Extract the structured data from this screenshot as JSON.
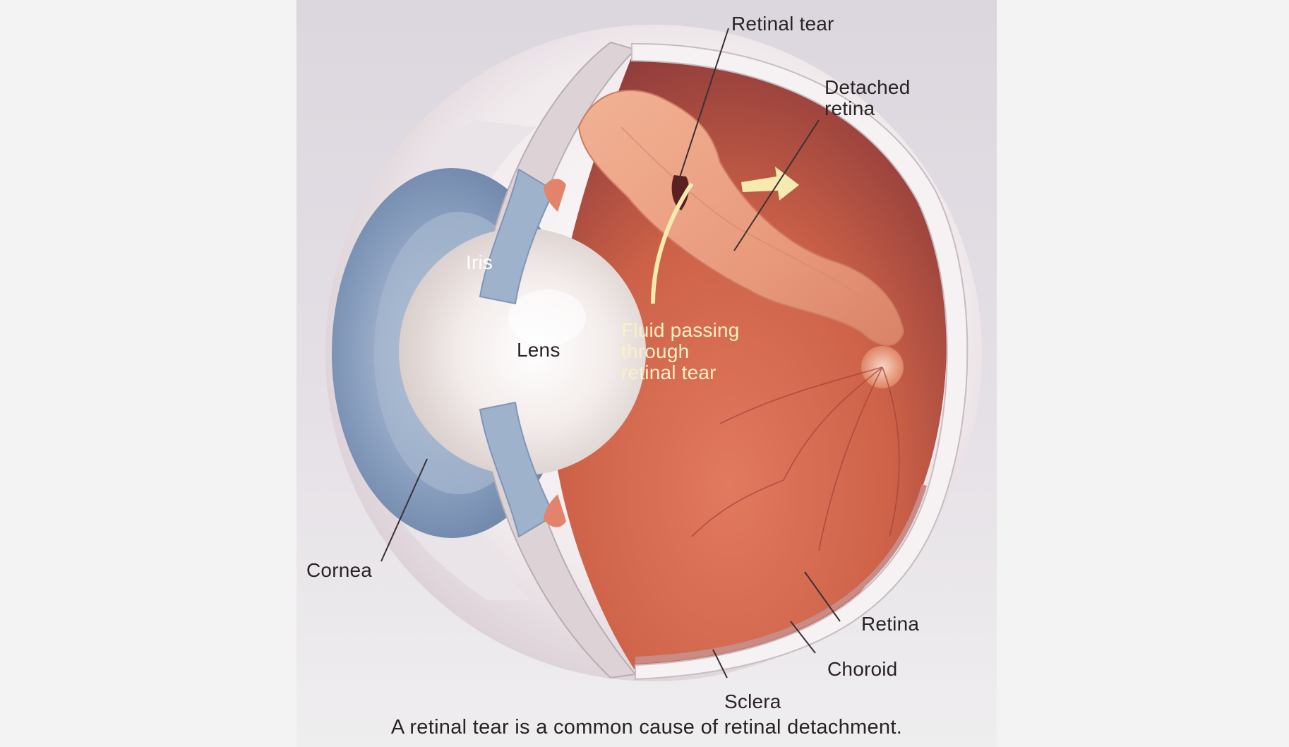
{
  "labels": {
    "retinal_tear": "Retinal tear",
    "detached_retina_line1": "Detached",
    "detached_retina_line2": "retina",
    "iris": "Iris",
    "lens": "Lens",
    "fluid_line1": "Fluid passing",
    "fluid_line2": "through",
    "fluid_line3": "retinal tear",
    "cornea": "Cornea",
    "retina": "Retina",
    "choroid": "Choroid",
    "sclera": "Sclera"
  },
  "caption": "A retinal tear is a common cause of retinal detachment.",
  "colors": {
    "background": "#dcd6de",
    "sclera": "#f3ecee",
    "interior": "#c9604a",
    "detached_retina": "#eda486",
    "iris": "#8aa0bf",
    "fluid_arrow": "#f6eab0",
    "label_text": "#2a2326"
  }
}
